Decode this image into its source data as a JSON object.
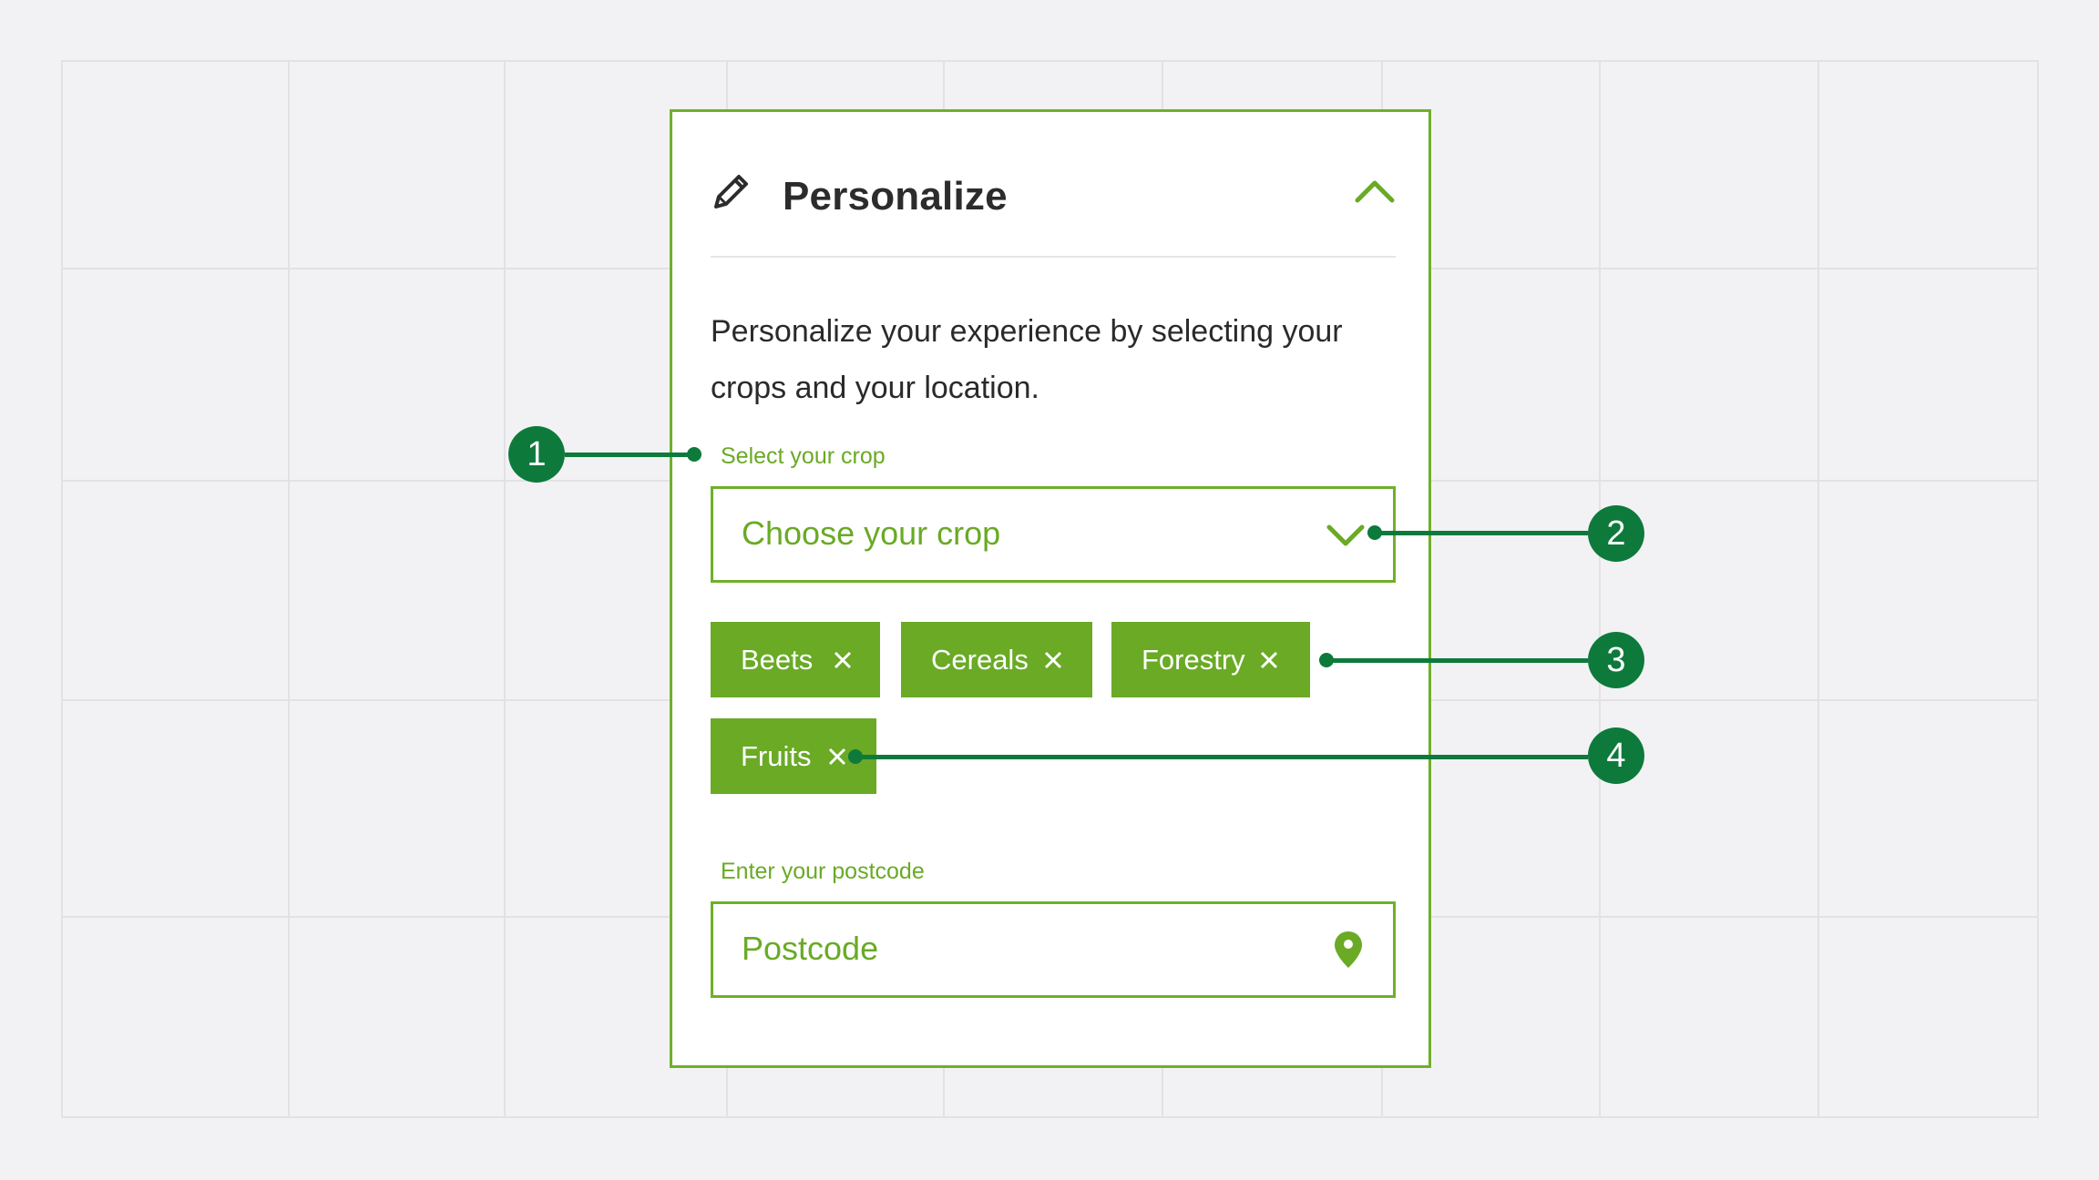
{
  "panel": {
    "title": "Personalize",
    "description": "Personalize your experience by selecting your crops and your location.",
    "crop_field": {
      "label": "Select your crop",
      "placeholder": "Choose your crop"
    },
    "tags": [
      {
        "label": "Beets"
      },
      {
        "label": "Cereals"
      },
      {
        "label": "Forestry"
      },
      {
        "label": "Fruits"
      }
    ],
    "postcode_field": {
      "label": "Enter your postcode",
      "placeholder": "Postcode"
    }
  },
  "callouts": [
    "1",
    "2",
    "3",
    "4"
  ],
  "icons": {
    "edit": "pencil-icon",
    "collapse": "chevron-up-icon",
    "dropdown": "chevron-down-icon",
    "remove": "close-icon",
    "location": "map-pin-icon"
  },
  "colors": {
    "accent": "#6aaa25",
    "callout": "#0d7a3b",
    "background": "#f2f2f4",
    "text": "#2c2c2c"
  }
}
